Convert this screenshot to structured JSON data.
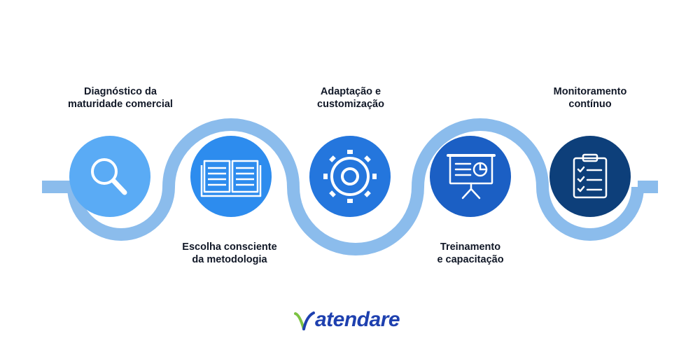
{
  "colors": {
    "wave": "#8bbcec",
    "step1": "#5aabf5",
    "step2": "#2d8cee",
    "step3": "#2476dd",
    "step4": "#1b5fc4",
    "step5": "#0d3f7a",
    "text": "#111827",
    "brand": "#1e40af",
    "brand_mark_green": "#7cc242",
    "brand_mark_blue": "#1e40af"
  },
  "steps": [
    {
      "icon": "magnifying-glass-icon",
      "line1": "Diagnóstico da",
      "line2": "maturidade comercial"
    },
    {
      "icon": "open-book-icon",
      "line1": "Escolha consciente",
      "line2": "da metodologia"
    },
    {
      "icon": "gear-icon",
      "line1": "Adaptação e",
      "line2": "customização"
    },
    {
      "icon": "presentation-board-icon",
      "line1": "Treinamento",
      "line2": "e capacitação"
    },
    {
      "icon": "checklist-clipboard-icon",
      "line1": "Monitoramento",
      "line2": "contínuo"
    }
  ],
  "brand": {
    "name": "atendare"
  }
}
